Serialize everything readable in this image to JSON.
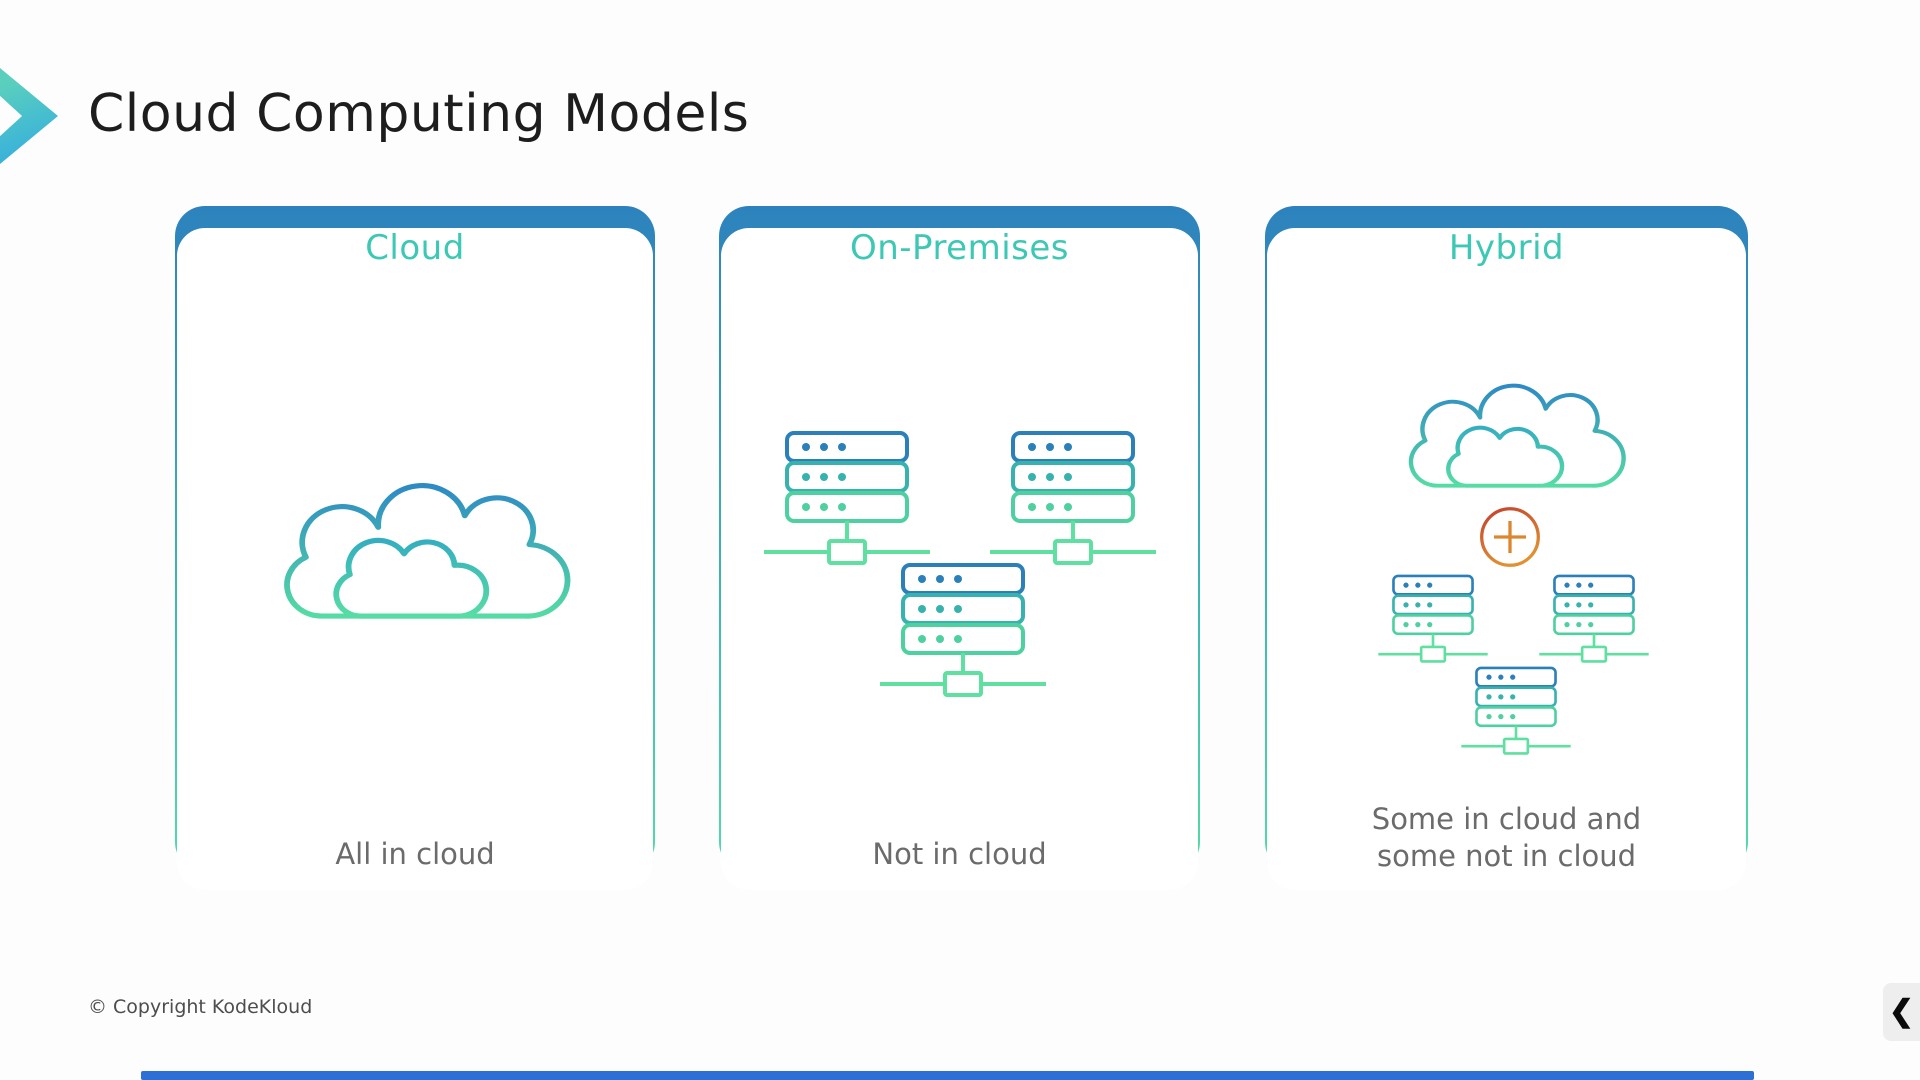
{
  "slide": {
    "title": "Cloud Computing Models",
    "cards": [
      {
        "title": "Cloud",
        "caption": "All in cloud",
        "icon": "overlapping-clouds"
      },
      {
        "title": "On-Premises",
        "caption": "Not in cloud",
        "icon": "three-networked-servers"
      },
      {
        "title": "Hybrid",
        "caption": "Some in cloud and some not in cloud",
        "icon": "clouds-plus-servers"
      }
    ],
    "footer": {
      "copyright": "© Copyright KodeKloud"
    },
    "nav": {
      "prev_glyph": "❮"
    },
    "colors": {
      "title_text": "#1d1d1d",
      "card_title_teal": "#3cc8b4",
      "caption_gray": "#6b6b6b",
      "card_border_top_blue": "#2d82bd",
      "card_border_bottom_mint": "#52dda6",
      "icon_stroke_blue": "#2b80b9",
      "icon_stroke_teal": "#38b2ae",
      "icon_stroke_mint": "#4fd0a0",
      "network_node_green": "#5fdfa0",
      "plus_gradient_top": "#c3402f",
      "plus_gradient_bottom": "#e09132",
      "logo_gradient_start": "#5acfbe",
      "logo_gradient_end": "#35aede",
      "progress_bar_blue": "#2e6fd6"
    }
  }
}
